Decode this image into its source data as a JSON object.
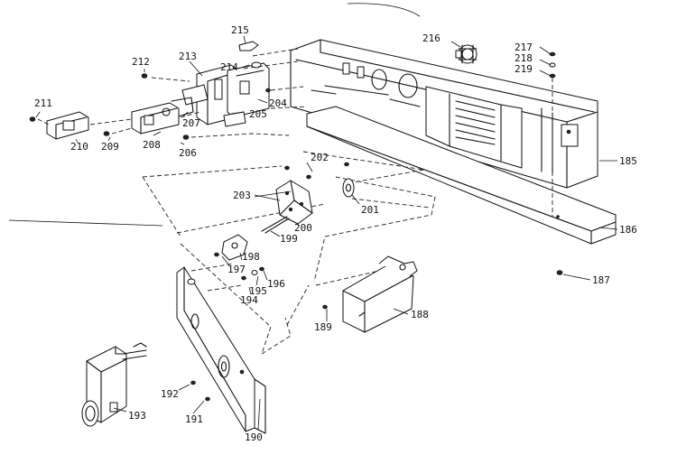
{
  "labels": {
    "p185": "185",
    "p186": "186",
    "p187": "187",
    "p188": "188",
    "p189": "189",
    "p190": "190",
    "p191": "191",
    "p192": "192",
    "p193": "193",
    "p194": "194",
    "p195": "195",
    "p196": "196",
    "p197": "197",
    "p198": "198",
    "p199": "199",
    "p200": "200",
    "p201": "201",
    "p202": "202",
    "p203": "203",
    "p204": "204",
    "p205": "205",
    "p206": "206",
    "p207": "207",
    "p208": "208",
    "p209": "209",
    "p210": "210",
    "p211": "211",
    "p212": "212",
    "p213": "213",
    "p214": "214",
    "p215": "215",
    "p216": "216",
    "p217": "217",
    "p218": "218",
    "p219": "219"
  }
}
